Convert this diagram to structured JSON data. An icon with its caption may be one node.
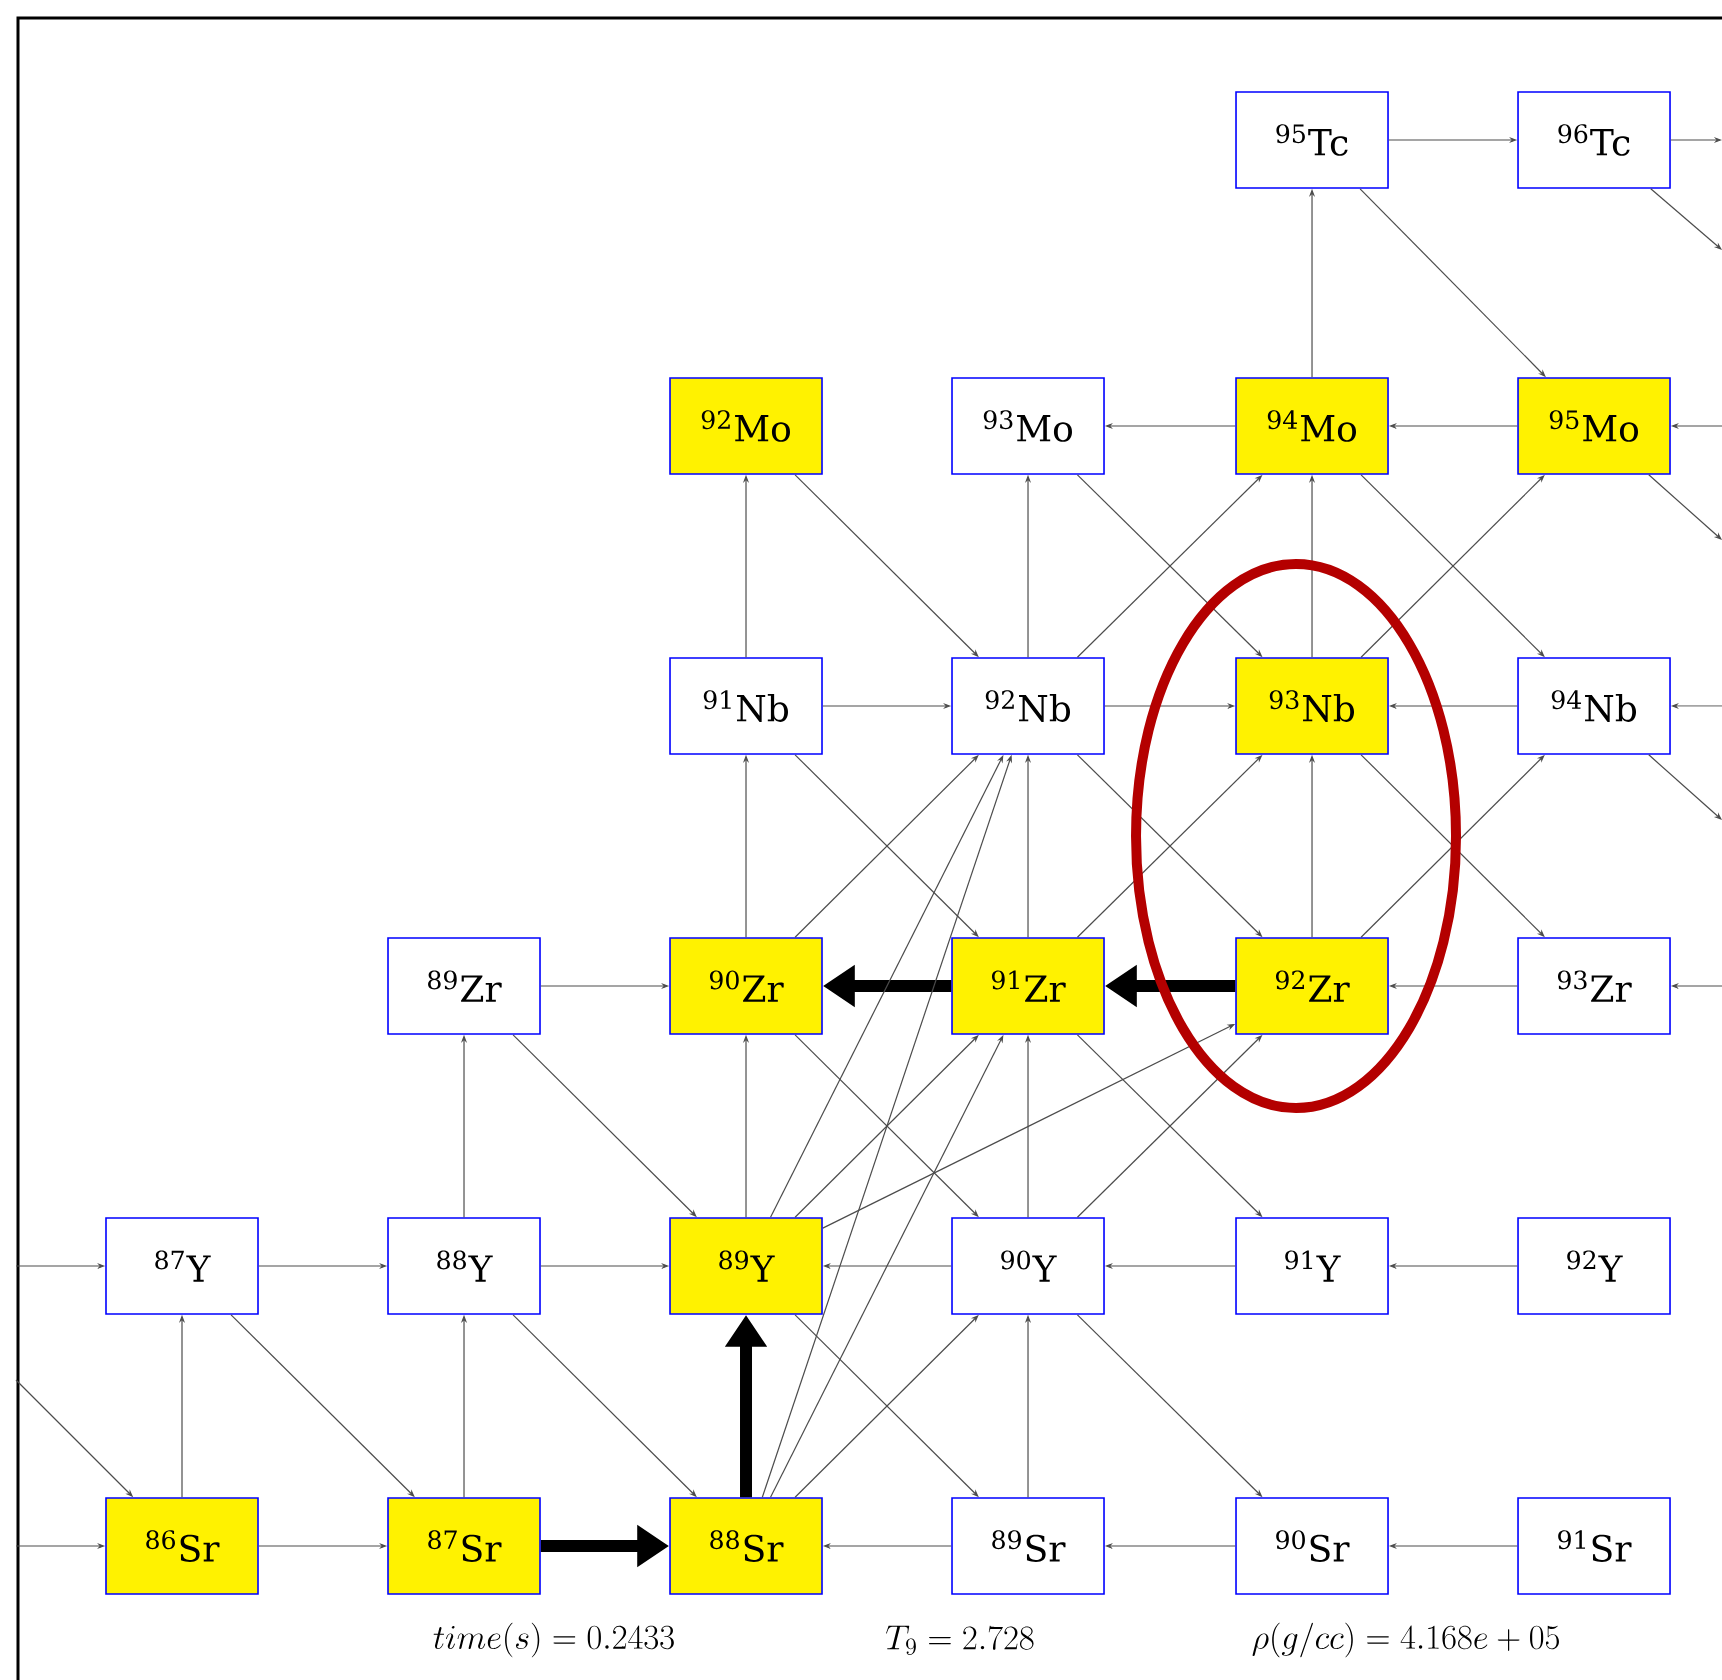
{
  "diagram": {
    "nodes": [
      {
        "text": [
          "$^{95}$Tc"
        ]
      },
      {
        "text": [
          "$^{96}$Tc"
        ]
      },
      {
        "text": [
          "$^{92}$Mo"
        ]
      },
      {
        "text": [
          "$^{93}$Mo"
        ]
      },
      {
        "text": [
          "$^{94}$Mo"
        ]
      },
      {
        "text": [
          "$^{95}$Mo"
        ]
      },
      {
        "text": [
          "$^{91}$Nb"
        ]
      },
      {
        "text": [
          "$^{92}$Nb"
        ]
      },
      {
        "text": [
          "$^{93}$Nb"
        ]
      },
      {
        "text": [
          "$^{94}$Nb"
        ]
      },
      {
        "text": [
          "$^{89}$Zr"
        ]
      },
      {
        "text": [
          "$^{90}$Zr"
        ]
      },
      {
        "text": [
          "$^{91}$Zr"
        ]
      },
      {
        "text": [
          "$^{92}$Zr"
        ]
      },
      {
        "text": [
          "$^{93}$Zr"
        ]
      },
      {
        "text": [
          "$^{87}$Y"
        ]
      },
      {
        "text": [
          "$^{88}$Y"
        ]
      },
      {
        "text": [
          "$^{89}$Y"
        ]
      },
      {
        "text": [
          "$^{90}$Y"
        ]
      },
      {
        "text": [
          "$^{91}$Y"
        ]
      },
      {
        "text": [
          "$^{92}$Y"
        ]
      },
      {
        "text": [
          "$^{86}$Sr"
        ]
      },
      {
        "text": [
          "$^{87}$Sr"
        ]
      },
      {
        "text": [
          "$^{88}$Sr"
        ]
      },
      {
        "text": [
          "$^{89}$Sr"
        ]
      },
      {
        "text": [
          "$^{90}$Sr"
        ]
      },
      {
        "text": [
          "$^{91}$Sr"
        ]
      }
    ],
    "edges": [
      {
        "from": null,
        "to": 15,
        "arrow": "to"
      },
      {
        "from": 15,
        "to": 16,
        "arrow": "to"
      },
      {
        "from": 16,
        "to": 17,
        "arrow": "to"
      },
      {
        "from": 18,
        "to": 17,
        "arrow": "to"
      },
      {
        "from": 19,
        "to": 18,
        "arrow": "to"
      },
      {
        "from": 20,
        "to": 19,
        "arrow": "to"
      },
      {
        "from": null,
        "to": 21,
        "arrow": "to"
      },
      {
        "from": 21,
        "to": 22,
        "arrow": "to"
      },
      {
        "from": 22,
        "to": 23,
        "arrow": "to",
        "style": "thick"
      },
      {
        "from": 24,
        "to": 23,
        "arrow": "to"
      },
      {
        "from": 25,
        "to": 24,
        "arrow": "to"
      },
      {
        "from": 26,
        "to": 25,
        "arrow": "to"
      },
      {
        "from": 10,
        "to": 11,
        "arrow": "to"
      },
      {
        "from": 12,
        "to": 11,
        "arrow": "to",
        "style": "thick"
      },
      {
        "from": 13,
        "to": 12,
        "arrow": "to",
        "style": "thick"
      },
      {
        "from": 14,
        "to": 13,
        "arrow": "to"
      },
      {
        "from": null,
        "to": 14,
        "arrow": "to"
      },
      {
        "from": 6,
        "to": 7,
        "arrow": "to"
      },
      {
        "from": 7,
        "to": 8,
        "arrow": "to"
      },
      {
        "from": 9,
        "to": 8,
        "arrow": "to"
      },
      {
        "from": null,
        "to": 9,
        "arrow": "to"
      },
      {
        "from": 4,
        "to": 3,
        "arrow": "to"
      },
      {
        "from": 5,
        "to": 4,
        "arrow": "to"
      },
      {
        "from": null,
        "to": 5,
        "arrow": "to"
      },
      {
        "from": 0,
        "to": 1,
        "arrow": "to"
      },
      {
        "from": 1,
        "to": null,
        "arrow": "to"
      },
      {
        "from": 21,
        "to": 15,
        "arrow": "to"
      },
      {
        "from": 22,
        "to": 16,
        "arrow": "to"
      },
      {
        "from": 23,
        "to": 17,
        "arrow": "to",
        "style": "thick"
      },
      {
        "from": 24,
        "to": 18,
        "arrow": "to"
      },
      {
        "from": 16,
        "to": 10,
        "arrow": "to"
      },
      {
        "from": 17,
        "to": 11,
        "arrow": "to"
      },
      {
        "from": 18,
        "to": 12,
        "arrow": "to"
      },
      {
        "from": 11,
        "to": 6,
        "arrow": "to"
      },
      {
        "from": 12,
        "to": 7,
        "arrow": "to"
      },
      {
        "from": 13,
        "to": 8,
        "arrow": "to"
      },
      {
        "from": 6,
        "to": 2,
        "arrow": "to"
      },
      {
        "from": 7,
        "to": 3,
        "arrow": "to"
      },
      {
        "from": 8,
        "to": 4,
        "arrow": "to"
      },
      {
        "from": 4,
        "to": 0,
        "arrow": "to"
      },
      {
        "from": null,
        "to": 21,
        "arrow": "to"
      },
      {
        "from": 15,
        "to": 22,
        "arrow": "to"
      },
      {
        "from": 16,
        "to": 23,
        "arrow": "to"
      },
      {
        "from": 17,
        "to": 24,
        "arrow": "to"
      },
      {
        "from": 18,
        "to": 25,
        "arrow": "to"
      },
      {
        "from": 10,
        "to": 17,
        "arrow": "to"
      },
      {
        "from": 11,
        "to": 18,
        "arrow": "to"
      },
      {
        "from": 12,
        "to": 19,
        "arrow": "to"
      },
      {
        "from": 6,
        "to": 12,
        "arrow": "to"
      },
      {
        "from": 7,
        "to": 13,
        "arrow": "to"
      },
      {
        "from": 8,
        "to": 14,
        "arrow": "to"
      },
      {
        "from": 2,
        "to": 7,
        "arrow": "to"
      },
      {
        "from": 3,
        "to": 8,
        "arrow": "to"
      },
      {
        "from": 4,
        "to": 9,
        "arrow": "to"
      },
      {
        "from": 9,
        "to": null,
        "arrow": "to"
      },
      {
        "from": 5,
        "to": null,
        "arrow": "to"
      },
      {
        "from": 0,
        "to": 5,
        "arrow": "to"
      },
      {
        "from": 1,
        "to": null,
        "arrow": "to"
      },
      {
        "from": 23,
        "to": 18,
        "arrow": "to"
      },
      {
        "from": 18,
        "to": 13,
        "arrow": "to"
      },
      {
        "from": 17,
        "to": 12,
        "arrow": "to"
      },
      {
        "from": 11,
        "to": 7,
        "arrow": "to"
      },
      {
        "from": 12,
        "to": 8,
        "arrow": "to"
      },
      {
        "from": 13,
        "to": 9,
        "arrow": "to"
      },
      {
        "from": 7,
        "to": 4,
        "arrow": "to"
      },
      {
        "from": 8,
        "to": 5,
        "arrow": "to"
      },
      {
        "from": 23,
        "to": 12,
        "arrow": "to"
      },
      {
        "from": 23,
        "to": 7,
        "arrow": "to"
      },
      {
        "from": 17,
        "to": 7,
        "arrow": "to"
      },
      {
        "from": 17,
        "to": 13,
        "arrow": "to"
      }
    ],
    "labels": [
      "time(s) = 0.2433",
      "T_9 = 2.728",
      "\\rho(g/cc) = 4.168e+05"
    ]
  }
}
